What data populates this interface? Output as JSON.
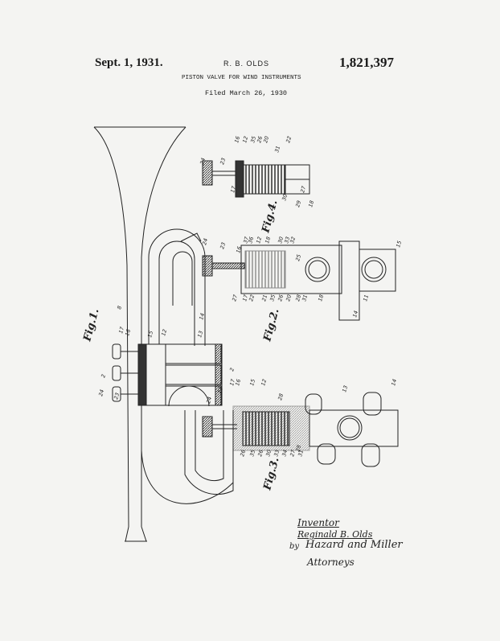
{
  "header": {
    "date": "Sept. 1, 1931.",
    "inventor": "R. B. OLDS",
    "patent_number": "1,821,397",
    "title": "PISTON VALVE FOR WIND INSTRUMENTS",
    "filed": "Filed March 26, 1930"
  },
  "figures": {
    "fig1": "Fig.1.",
    "fig2": "Fig.2.",
    "fig3": "Fig.3.",
    "fig4": "Fig.4."
  },
  "reference_numerals": [
    "8",
    "17",
    "16",
    "15",
    "12",
    "14",
    "13",
    "2",
    "2",
    "24",
    "23",
    "24",
    "23",
    "16",
    "12",
    "35",
    "26",
    "20",
    "22",
    "31",
    "17",
    "27",
    "30",
    "29",
    "18",
    "24",
    "23",
    "16",
    "37",
    "36",
    "12",
    "18",
    "30",
    "33",
    "32",
    "25",
    "27",
    "17",
    "22",
    "21",
    "35",
    "26",
    "20",
    "28",
    "31",
    "18",
    "14",
    "11",
    "15",
    "24",
    "23",
    "17",
    "16",
    "15",
    "12",
    "28",
    "14",
    "13",
    "28",
    "26",
    "35",
    "26",
    "30",
    "33",
    "34",
    "27",
    "31"
  ],
  "signature": {
    "heading": "Inventor",
    "name": "Reginald B. Olds",
    "by": "by",
    "attorneys_firm": "Hazard and Miller",
    "attorneys_label": "Attorneys"
  }
}
